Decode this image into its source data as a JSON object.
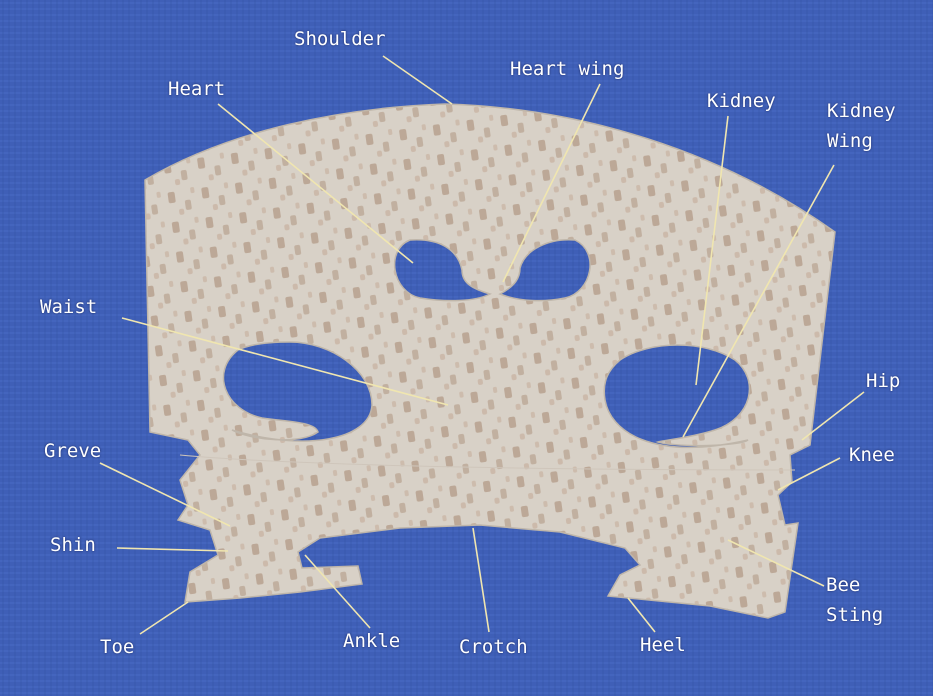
{
  "labels": {
    "shoulder": "Shoulder",
    "heart": "Heart",
    "heart_wing": "Heart wing",
    "kidney": "Kidney",
    "kidney_wing_line1": "Kidney",
    "kidney_wing_line2": "Wing",
    "waist": "Waist",
    "hip": "Hip",
    "greve": "Greve",
    "knee": "Knee",
    "shin": "Shin",
    "bee_sting_line1": "Bee",
    "bee_sting_line2": "Sting",
    "toe": "Toe",
    "ankle": "Ankle",
    "crotch": "Crotch",
    "heel": "Heel"
  },
  "colors": {
    "background": "#3f5fb7",
    "wood": "#d8d1c7",
    "flecks": "#b39a86",
    "leader": "#f0e6b0",
    "text": "#ffffff"
  }
}
